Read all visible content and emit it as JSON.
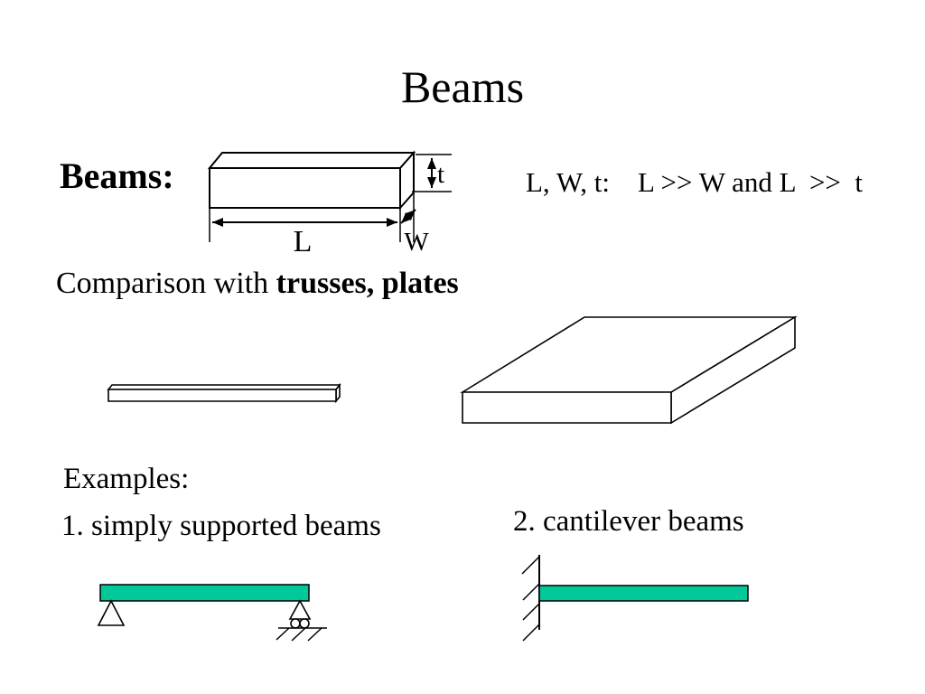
{
  "slide": {
    "title": "Beams",
    "beams_label": "Beams:",
    "dimension_note": "L, W, t:    L >> W and L  >>  t",
    "comparison_prefix": "Comparison with ",
    "comparison_bold": "trusses, plates",
    "examples_label": "Examples:",
    "example_1": "1. simply supported beams",
    "example_2": "2. cantilever beams"
  },
  "diagram_labels": {
    "length": "L",
    "width": "W",
    "thickness": "t"
  },
  "colors": {
    "beam_fill": "#00C896",
    "line": "#000000",
    "background": "#FFFFFF"
  }
}
